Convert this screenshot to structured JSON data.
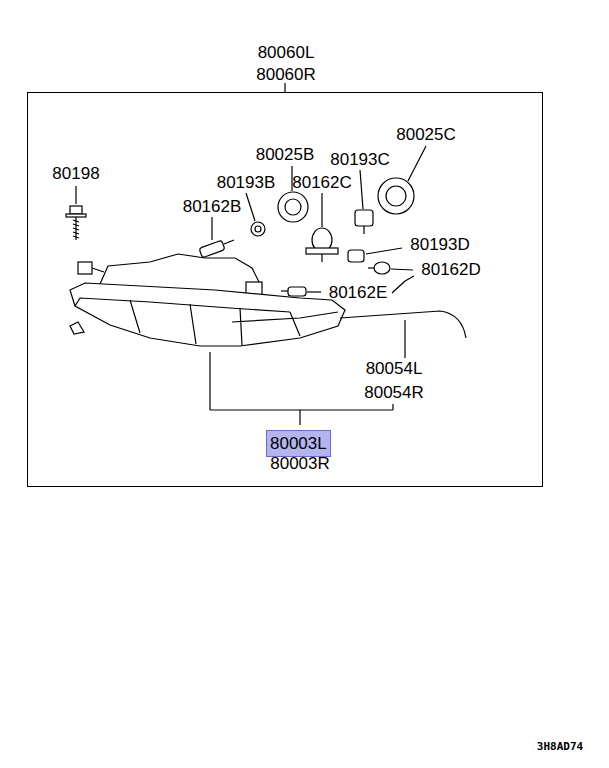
{
  "diagram": {
    "nodes": [
      {
        "text": [
          "80060L",
          "80060R"
        ]
      },
      {
        "text": [
          "80003L"
        ],
        "in": 0
      }
    ],
    "labels": [
      "80198",
      "80025B",
      "80025C",
      "80193C",
      "80193B",
      "80162C",
      "80162B",
      "80193D",
      "80162D",
      "80162E",
      "80054L",
      "80054R",
      "80003R",
      "3H8AD74"
    ]
  }
}
